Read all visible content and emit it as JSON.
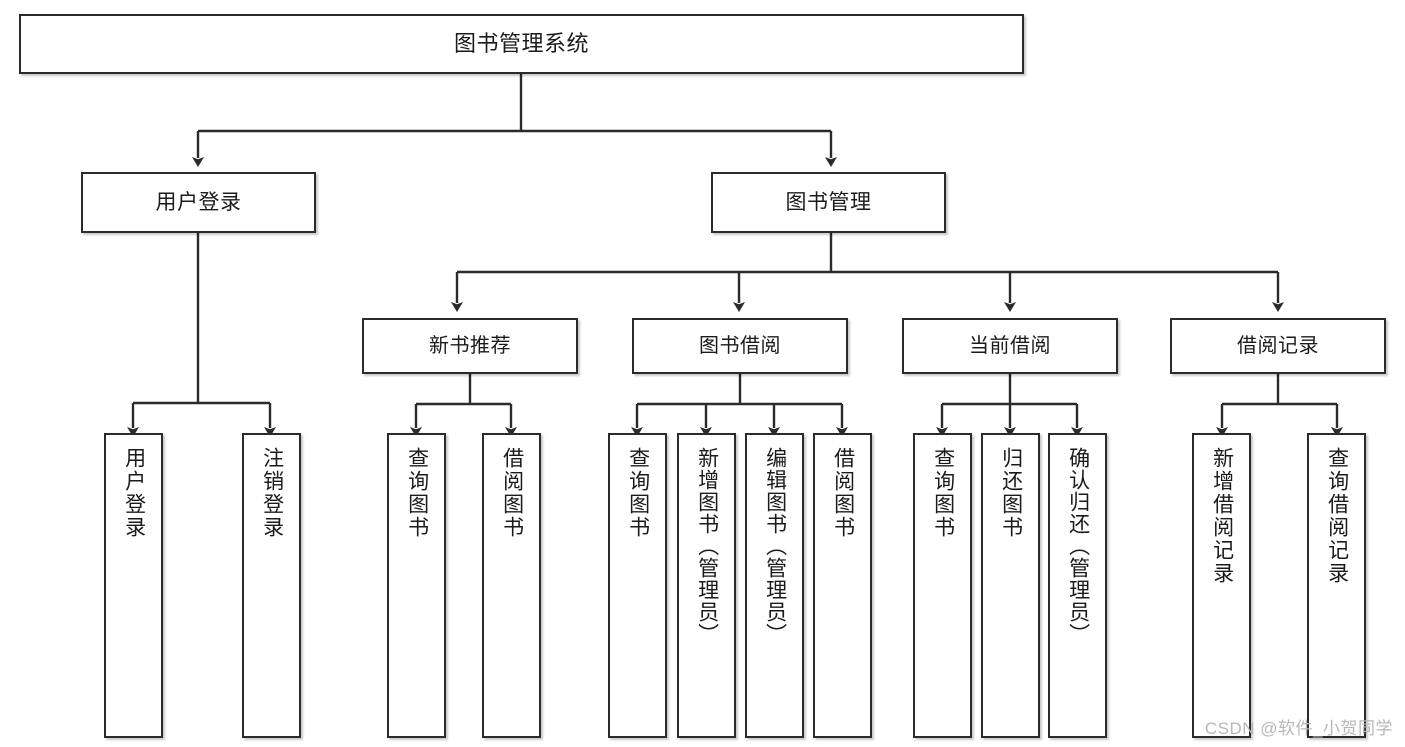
{
  "diagram": {
    "title": "图书管理系统",
    "type": "hierarchy-tree",
    "watermark": "CSDN @软件_小贺同学",
    "colors": {
      "box_border": "#2b2b2b",
      "box_fill": "#ffffff",
      "edge": "#2b2b2b",
      "text": "#1b1b1b",
      "watermark": "#b7b7b7"
    },
    "nodes": {
      "root": {
        "label": "图书管理系统"
      },
      "level1": [
        {
          "id": "user-login",
          "label": "用户登录"
        },
        {
          "id": "book-management",
          "label": "图书管理"
        }
      ],
      "level2": [
        {
          "id": "new-book-recommend",
          "label": "新书推荐"
        },
        {
          "id": "book-borrow",
          "label": "图书借阅"
        },
        {
          "id": "current-borrow",
          "label": "当前借阅"
        },
        {
          "id": "borrow-record",
          "label": "借阅记录"
        }
      ],
      "leaves": {
        "user_login": [
          {
            "id": "leaf-user-login",
            "label": "用户登录"
          },
          {
            "id": "leaf-logout",
            "label": "注销登录"
          }
        ],
        "new_book_recommend": [
          {
            "id": "leaf-query-book-1",
            "label": "查询图书"
          },
          {
            "id": "leaf-borrow-book-1",
            "label": "借阅图书"
          }
        ],
        "book_borrow": [
          {
            "id": "leaf-query-book-2",
            "label": "查询图书"
          },
          {
            "id": "leaf-add-book",
            "label": "新增图书（管理员）"
          },
          {
            "id": "leaf-edit-book",
            "label": "编辑图书（管理员）"
          },
          {
            "id": "leaf-borrow-book-2",
            "label": "借阅图书"
          }
        ],
        "current_borrow": [
          {
            "id": "leaf-query-book-3",
            "label": "查询图书"
          },
          {
            "id": "leaf-return-book",
            "label": "归还图书"
          },
          {
            "id": "leaf-confirm-return",
            "label": "确认归还（管理员）"
          }
        ],
        "borrow_record": [
          {
            "id": "leaf-add-record",
            "label": "新增借阅记录"
          },
          {
            "id": "leaf-query-record",
            "label": "查询借阅记录"
          }
        ]
      }
    }
  }
}
